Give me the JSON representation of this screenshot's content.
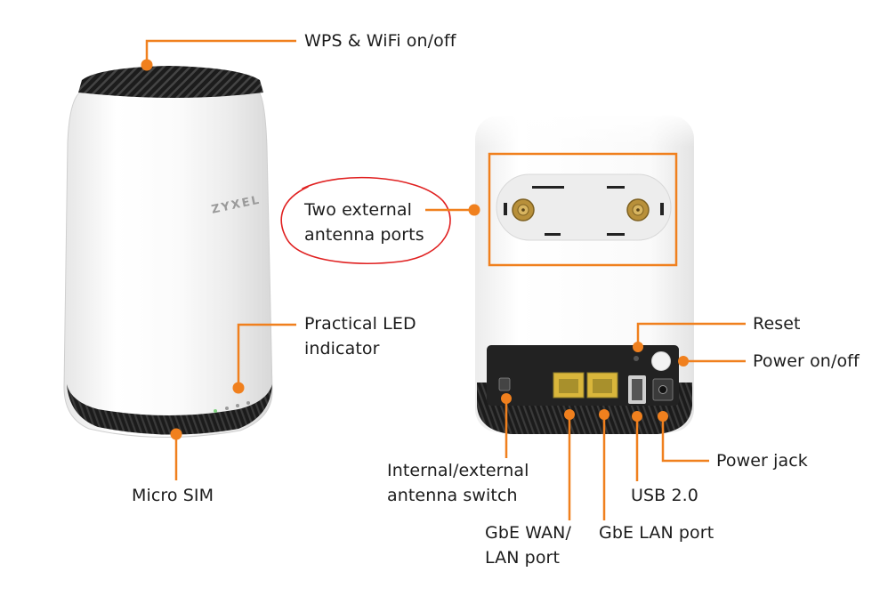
{
  "colors": {
    "accent": "#f0801e",
    "highlight_circle": "#e02020",
    "device_white": "#f4f4f4",
    "device_black": "#1e1e1e"
  },
  "devices": {
    "front": {
      "brand": "ZYXEL"
    }
  },
  "callouts": {
    "wps_wifi": "WPS & WiFi on/off",
    "antenna_ports": "Two external\nantenna ports",
    "led_indicator": "Practical LED\nindicator",
    "micro_sim": "Micro SIM",
    "reset": "Reset",
    "power_onoff": "Power on/off",
    "power_jack": "Power jack",
    "usb": "USB 2.0",
    "antenna_switch": "Internal/external\nantenna switch",
    "wan_lan_port": "GbE WAN/\nLAN port",
    "lan_port": "GbE LAN port"
  }
}
